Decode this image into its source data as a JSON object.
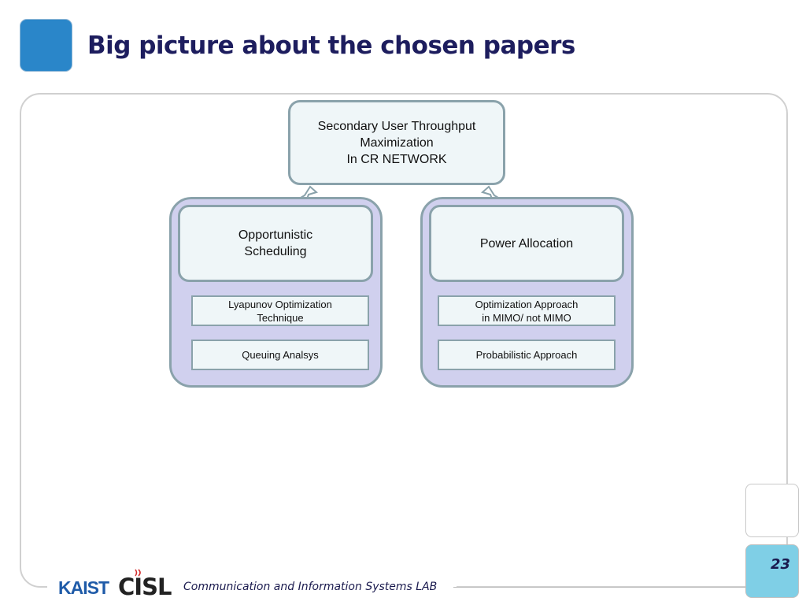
{
  "slide": {
    "title": "Big picture about the chosen papers",
    "page_number": "23",
    "footer_text": "Communication and Information Systems LAB",
    "logo_kaist": "KAIST",
    "logo_cisl": "CISL"
  },
  "diagram": {
    "root": "Secondary User Throughput\nMaximization\nIn CR NETWORK",
    "branches": [
      {
        "label": "Opportunistic\nScheduling",
        "items": [
          "Lyapunov Optimization\nTechnique",
          "Queuing Analsys"
        ]
      },
      {
        "label": "Power Allocation",
        "items": [
          "Optimization Approach\nin MIMO/ not MIMO",
          "Probabilistic Approach"
        ]
      }
    ]
  },
  "colors": {
    "title_square": "#2a86c9",
    "title_text": "#1d1d5e",
    "group_fill": "#d0d0ee",
    "node_fill": "#eff6f8",
    "node_border": "#8aa2ab",
    "page_box": "#7fcfe6"
  }
}
